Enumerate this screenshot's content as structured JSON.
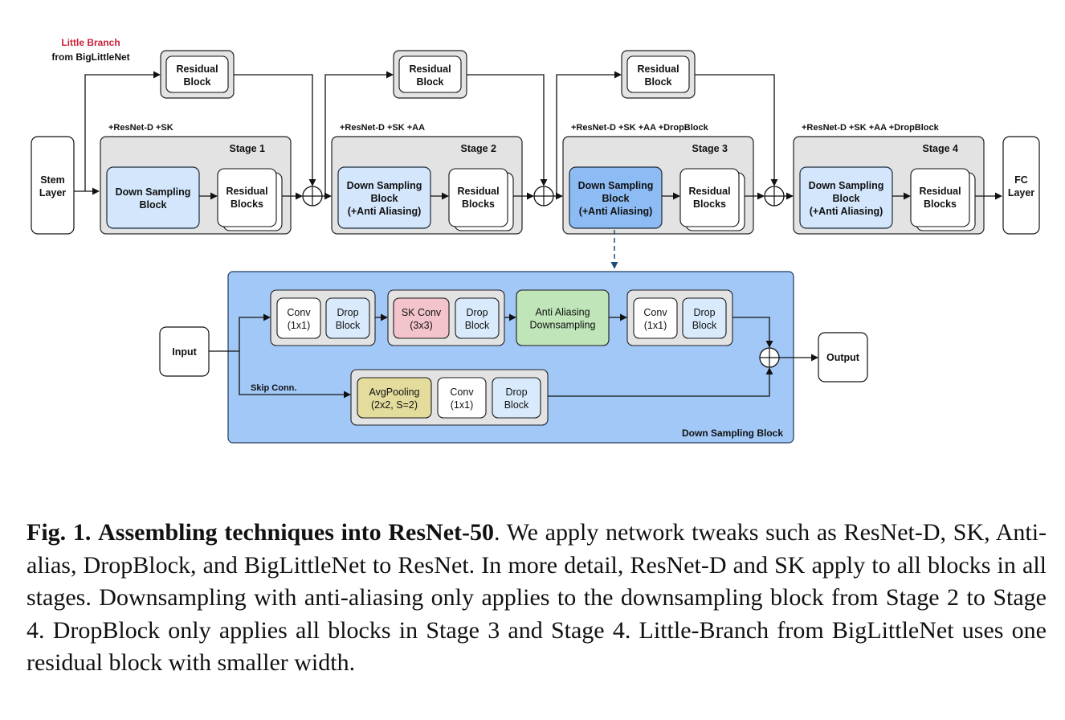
{
  "colors": {
    "stage_gray": "#e3e3e3",
    "downsampling_light": "#d3e6fb",
    "downsampling_highlight": "#8dbcf5",
    "detail_panel": "#a2c8f8",
    "sk_conv": "#f4c4cc",
    "anti_alias": "#bfe5b8",
    "avg_pool": "#e3dc9c",
    "drop_block": "#d9eafc",
    "accent_red": "#c8213a",
    "dashed_link": "#1f4e79"
  },
  "little_branch": {
    "title": "Little Branch",
    "subtitle": "from BigLittleNet",
    "block_line1": "Residual",
    "block_line2": "Block"
  },
  "stem": {
    "line1": "Stem",
    "line2": "Layer"
  },
  "fc": {
    "line1": "FC",
    "line2": "Layer"
  },
  "stages": [
    {
      "title": "Stage 1",
      "tweaks": "+ResNet-D +SK",
      "ds_line1": "Down Sampling",
      "ds_line2": "Block",
      "ds_line3": "",
      "res_line1": "Residual",
      "res_line2": "Blocks"
    },
    {
      "title": "Stage 2",
      "tweaks": "+ResNet-D +SK +AA",
      "ds_line1": "Down Sampling",
      "ds_line2": "Block",
      "ds_line3": "(+Anti Aliasing)",
      "res_line1": "Residual",
      "res_line2": "Blocks"
    },
    {
      "title": "Stage 3",
      "tweaks": "+ResNet-D +SK +AA +DropBlock",
      "ds_line1": "Down Sampling",
      "ds_line2": "Block",
      "ds_line3": "(+Anti Aliasing)",
      "res_line1": "Residual",
      "res_line2": "Blocks"
    },
    {
      "title": "Stage 4",
      "tweaks": "+ResNet-D +SK +AA +DropBlock",
      "ds_line1": "Down Sampling",
      "ds_line2": "Block",
      "ds_line3": "(+Anti Aliasing)",
      "res_line1": "Residual",
      "res_line2": "Blocks"
    }
  ],
  "detail": {
    "title": "Down Sampling Block",
    "input": "Input",
    "output": "Output",
    "skip_label": "Skip Conn.",
    "conv1": {
      "line1": "Conv",
      "line2": "(1x1)"
    },
    "drop1": {
      "line1": "Drop",
      "line2": "Block"
    },
    "skconv": {
      "line1": "SK Conv",
      "line2": "(3x3)"
    },
    "drop2": {
      "line1": "Drop",
      "line2": "Block"
    },
    "aa": {
      "line1": "Anti Aliasing",
      "line2": "Downsampling"
    },
    "conv2": {
      "line1": "Conv",
      "line2": "(1x1)"
    },
    "drop3": {
      "line1": "Drop",
      "line2": "Block"
    },
    "avgpool": {
      "line1": "AvgPooling",
      "line2": "(2x2, S=2)"
    },
    "conv3": {
      "line1": "Conv",
      "line2": "(1x1)"
    },
    "drop4": {
      "line1": "Drop",
      "line2": "Block"
    }
  },
  "caption": {
    "label": "Fig. 1.",
    "title": "Assembling techniques into ResNet-50",
    "body": ". We apply network tweaks such as ResNet-D, SK, Anti-alias, DropBlock, and BigLittleNet to ResNet. In more detail, ResNet-D and SK apply to all blocks in all stages. Downsampling with anti-aliasing only applies to the downsampling block from Stage 2 to Stage 4. DropBlock only applies all blocks in Stage 3 and Stage 4. Little-Branch from BigLittleNet uses one residual block with smaller width."
  }
}
